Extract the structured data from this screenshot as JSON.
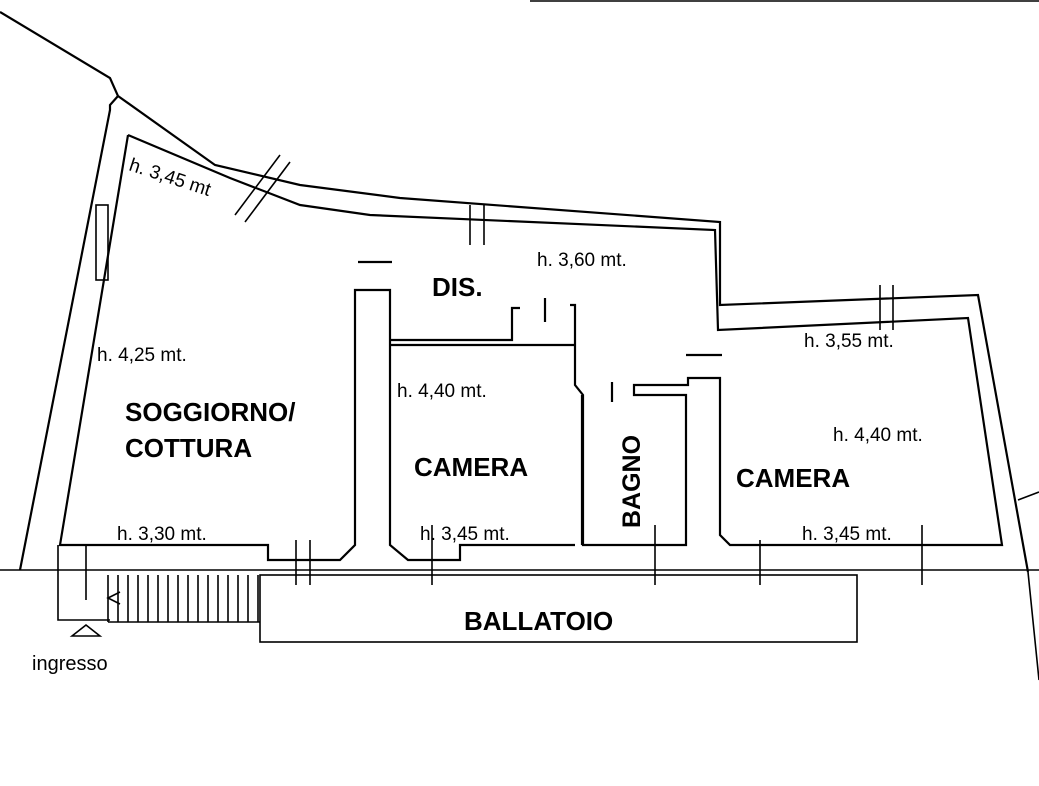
{
  "rooms": {
    "living_line1": "SOGGIORNO/",
    "living_line2": "COTTURA",
    "hall": "DIS.",
    "bedroom_1": "CAMERA",
    "bathroom": "BAGNO",
    "bedroom_2": "CAMERA",
    "balcony": "BALLATOIO"
  },
  "heights": {
    "living_north": "h. 3,45 mt",
    "living_west": "h. 4,25 mt.",
    "living_south": "h. 3,30 mt.",
    "hall": "h. 3,60 mt.",
    "bedroom_1_ceiling": "h. 4,40 mt.",
    "bedroom_1_south": "h. 3,45 mt.",
    "bedroom_2_north": "h. 3,55 mt.",
    "bedroom_2_ceiling": "h. 4,40 mt.",
    "bedroom_2_south": "h. 3,45 mt."
  },
  "entrance": {
    "label": "ingresso"
  }
}
